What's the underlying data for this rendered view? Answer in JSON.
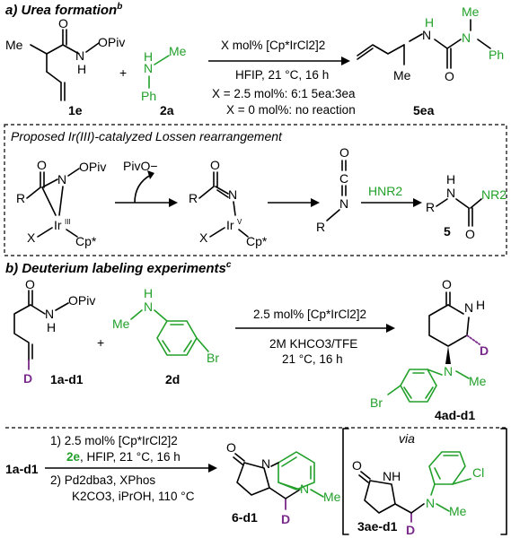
{
  "section_a": {
    "title": "a) Urea formation",
    "title_sup": "b",
    "cond_top": "X mol% [Cp*IrCl2]2",
    "cond_bottom": "HFIP, 21 °C, 16 h",
    "note1": "X = 2.5 mol%: 6:1 5ea:3ea",
    "note2": "X = 0 mol%: no reaction",
    "labels": {
      "sm": "1e",
      "amine": "2a",
      "product": "5ea"
    }
  },
  "mechanism": {
    "title": "Proposed Ir(III)-catalyzed Lossen rearrangement",
    "leaving_group": "PivO−",
    "reagent": "HNR2",
    "product_label": "5"
  },
  "section_b": {
    "title": "b) Deuterium labeling experiments",
    "title_sup": "c",
    "cond_top": "2.5 mol% [Cp*IrCl2]2",
    "cond_mid": "2M KHCO3/TFE",
    "cond_bottom": "21 °C, 16 h",
    "labels": {
      "sm": "1a-d1",
      "amine": "2d",
      "product": "4ad-d1"
    }
  },
  "section_c": {
    "sm": "1a-d1",
    "step1": "1) 2.5 mol% [Cp*IrCl2]2",
    "step1b_reagent": "2e",
    "step1b_rest": ", HFIP, 21 °C, 16 h",
    "step2": "2) Pd2dba3, XPhos",
    "step2b": "K2CO3, iPrOH, 110 °C",
    "product_label": "6-d1",
    "via": "via",
    "intermediate_label": "3ae-d1"
  },
  "atoms": {
    "me": "Me",
    "o": "O",
    "n": "N",
    "h": "H",
    "piv": "OPiv",
    "ph": "Ph",
    "r": "R",
    "x": "X",
    "ir": "Ir",
    "cp": "Cp*",
    "c": "C",
    "nr2": "NR2",
    "br": "Br",
    "d": "D",
    "cl": "Cl",
    "nh": "NH",
    "mid_dot": "+"
  },
  "colors": {
    "green": "#22a02a",
    "purple": "#7a2a8a",
    "black": "#000000"
  }
}
